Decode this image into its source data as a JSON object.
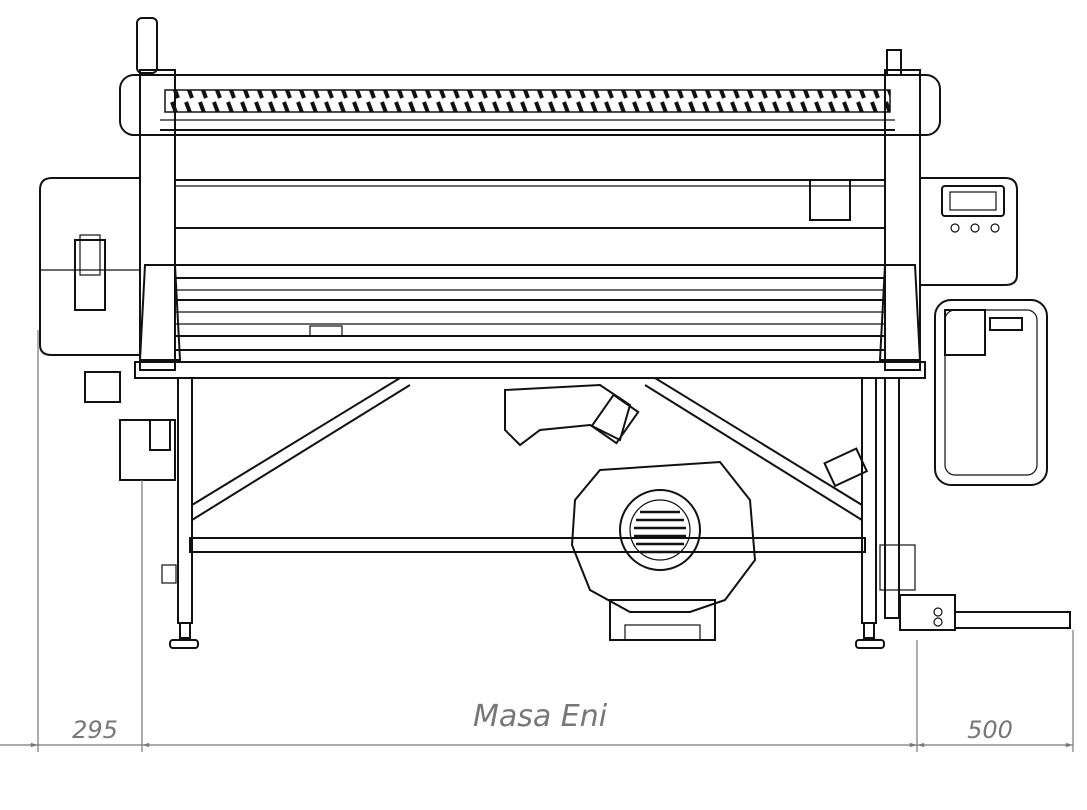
{
  "drawing": {
    "title": "Machine front elevation",
    "dimensions": {
      "left_offset": "295",
      "table_width": "Masa Eni",
      "right_offset": "500"
    },
    "colors": {
      "line": "#111111",
      "dimension": "#777777"
    }
  }
}
